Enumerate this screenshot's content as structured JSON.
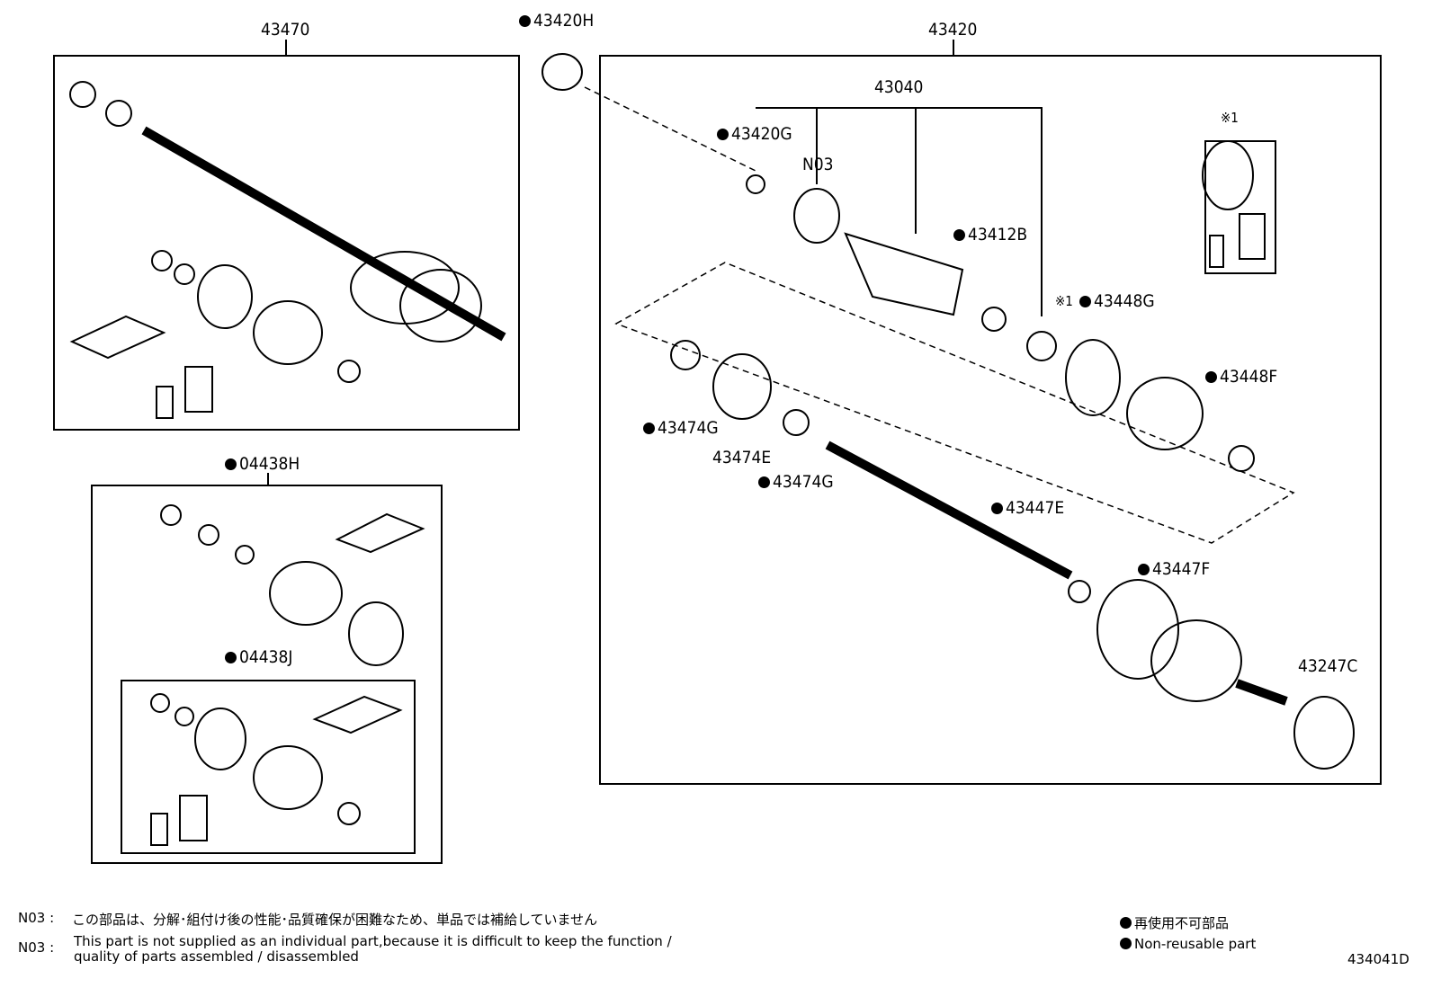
{
  "labels": {
    "p43470": "43470",
    "p43420H": "43420H",
    "p43420": "43420",
    "p43040": "43040",
    "p43420G": "43420G",
    "n03": "N03",
    "p43412B": "43412B",
    "s1a": "※1",
    "s1b": "※1",
    "p43448G": "43448G",
    "p43448F": "43448F",
    "p43474G1": "43474G",
    "p43474E": "43474E",
    "p43474G2": "43474G",
    "p43447E": "43447E",
    "p43447F": "43447F",
    "p43247C": "43247C",
    "p04438H": "04438H",
    "p04438J": "04438J"
  },
  "notes": {
    "n03_key_a": "N03 :",
    "n03_jp": "この部品は、分解･組付け後の性能･品質確保が困難なため、単品では補給していません",
    "n03_key_b": "N03 :",
    "n03_en_1": "This part is not supplied as an individual part,because it is difficult to keep the function /",
    "n03_en_2": "quality of parts assembled / disassembled",
    "legend_jp": "再使用不可部品",
    "legend_en": "Non-reusable part",
    "code": "434041D"
  }
}
